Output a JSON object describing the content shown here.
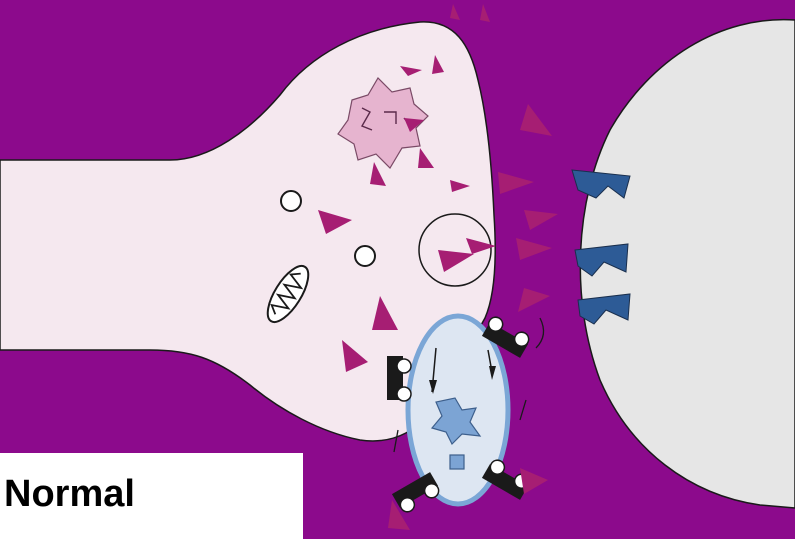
{
  "label": "Normal",
  "colors": {
    "background": "#8c0a8c",
    "presynaptic": "#f5e8ef",
    "postsynaptic": "#e6e6e6",
    "neurotransmitter": "#a61e73",
    "receptor": "#2d5b96",
    "vesicle_fill": "#dde6f2",
    "vesicle_ring": "#7ba6d6",
    "enzyme_pink": "#e6b4cf",
    "enzyme_blue": "#7ca4d4",
    "outline": "#1a1a1a"
  },
  "icons": [
    "presynaptic-terminal",
    "postsynaptic-cell",
    "neurotransmitter-molecules",
    "receptors",
    "mitochondrion-icon",
    "synaptic-vesicle",
    "glial-cell",
    "transporter-pumps"
  ]
}
